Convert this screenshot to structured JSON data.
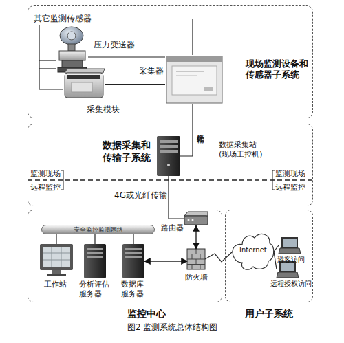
{
  "diagram": {
    "caption": "图2 监测系统总体结构图",
    "nodes": [
      {
        "text": [
          "现场监测设备和传感器子系统"
        ]
      },
      {
        "text": [
          "其它监测传感器"
        ],
        "in": 0
      },
      {
        "text": [
          "压力变送器"
        ],
        "in": 0
      },
      {
        "text": [
          "采集模块"
        ],
        "in": 0
      },
      {
        "text": [
          "采集器"
        ],
        "in": 0
      },
      {
        "text": [
          "数据采集和传输子系统"
        ]
      },
      {
        "text": [
          "数据采集站(现场工控机)"
        ],
        "in": 5
      },
      {
        "text": [
          "监控中心"
        ]
      },
      {
        "text": [
          "安全监控监测网络"
        ],
        "in": 7
      },
      {
        "text": [
          "工作站"
        ],
        "in": 7
      },
      {
        "text": [
          "分析评估服务器"
        ],
        "in": 7
      },
      {
        "text": [
          "数据库服务器"
        ],
        "in": 7
      },
      {
        "text": [
          "路由器"
        ],
        "in": 7
      },
      {
        "text": [
          "防火墙"
        ],
        "in": 7
      },
      {
        "text": [
          "用户子系统"
        ]
      },
      {
        "text": [
          "Internet"
        ],
        "in": 14
      },
      {
        "text": [
          "游客访问"
        ],
        "in": 14
      },
      {
        "text": [
          "远程授权访问"
        ],
        "in": 14
      }
    ],
    "edges": [
      {
        "from": 1,
        "to": 4,
        "arrow": "none"
      },
      {
        "from": 2,
        "to": 4,
        "arrow": "none"
      },
      {
        "from": 3,
        "to": 4,
        "arrow": "none"
      },
      {
        "from": 4,
        "to": 6,
        "label": "光纤传输",
        "arrow": "none"
      },
      {
        "from": 6,
        "to": 12,
        "label": "4G或光纤传输",
        "arrow": "none"
      },
      {
        "from": 8,
        "to": 9,
        "arrow": "none"
      },
      {
        "from": 8,
        "to": 10,
        "arrow": "none"
      },
      {
        "from": 8,
        "to": 11,
        "arrow": "none"
      },
      {
        "from": 12,
        "to": 13,
        "arrow": "both"
      },
      {
        "from": 11,
        "to": 13,
        "arrow": "both"
      },
      {
        "from": 13,
        "to": 15,
        "arrow": "none"
      },
      {
        "from": 15,
        "to": 16,
        "arrow": "none"
      },
      {
        "from": 15,
        "to": 17,
        "arrow": "none"
      }
    ],
    "labels": [
      "监测现场",
      "远程监控",
      "监测现场",
      "远程监控"
    ]
  }
}
